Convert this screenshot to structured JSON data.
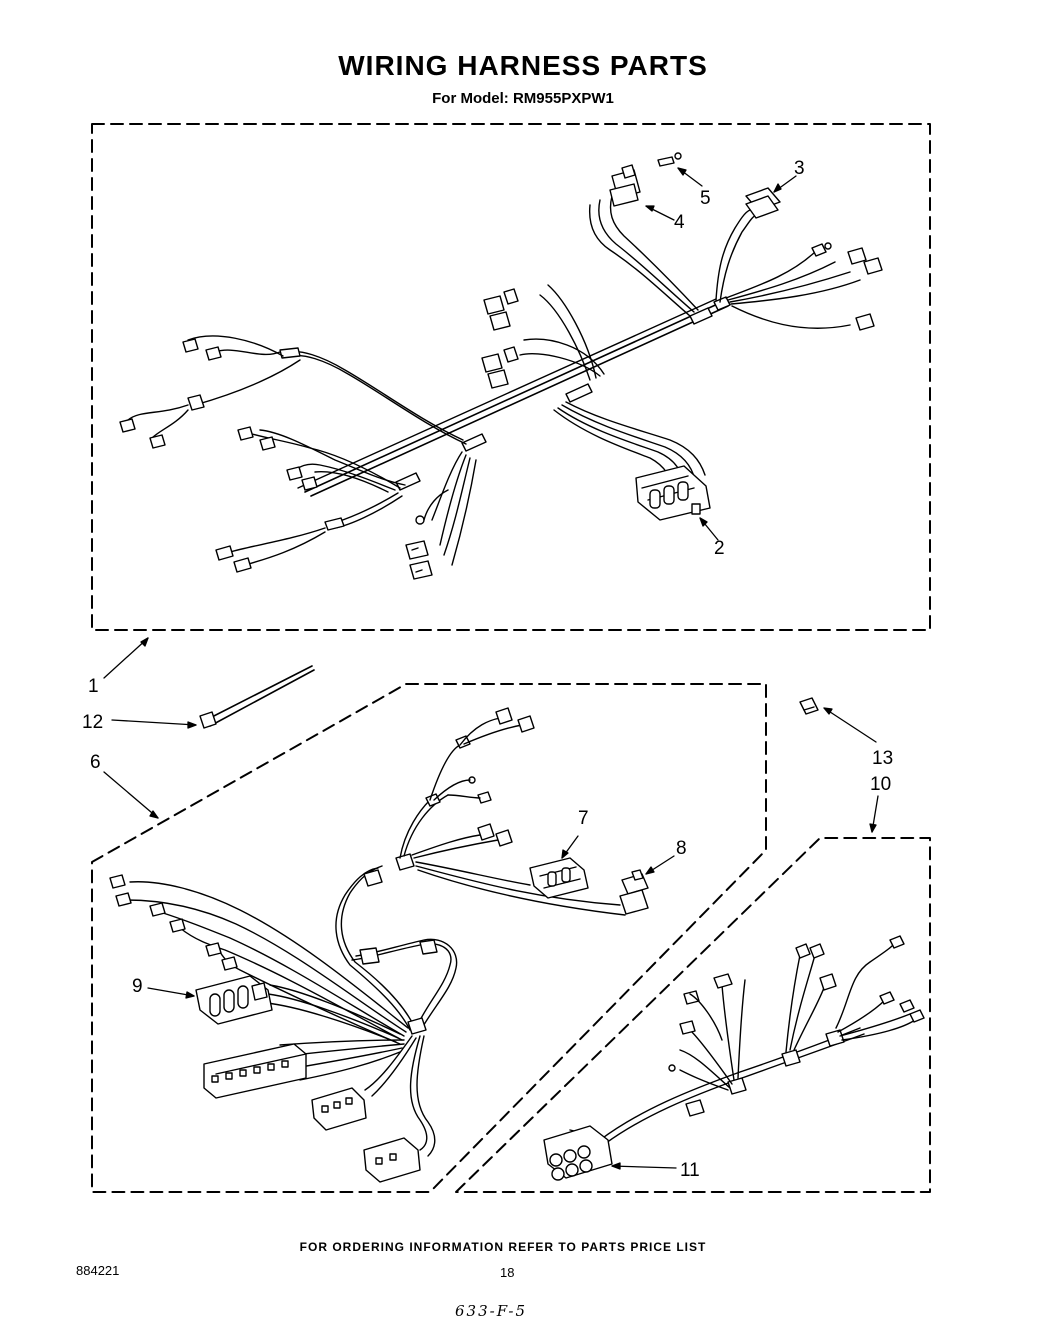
{
  "header": {
    "title": "WIRING HARNESS PARTS",
    "subtitle": "For Model: RM955PXPW1"
  },
  "callouts": [
    "1",
    "2",
    "3",
    "4",
    "5",
    "6",
    "7",
    "8",
    "9",
    "10",
    "11",
    "12",
    "13"
  ],
  "footer": {
    "ordering_note": "FOR ORDERING INFORMATION REFER TO PARTS PRICE LIST",
    "doc_number": "884221",
    "page_number": "18",
    "handwritten_code": "633-F-5"
  }
}
